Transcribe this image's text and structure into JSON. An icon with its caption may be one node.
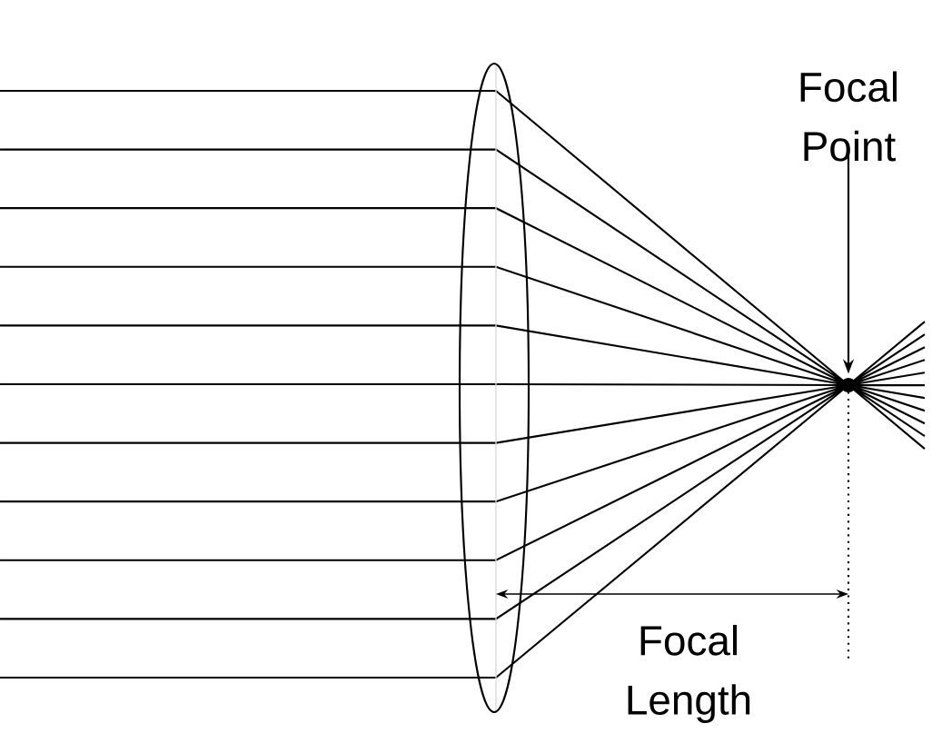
{
  "diagram": {
    "nodes": [
      {
        "text": [
          "Focal Point"
        ]
      },
      {
        "text": [],
        "shape": "circle"
      }
    ],
    "edges": [
      {
        "from": 0,
        "to": 1,
        "arrow": "to"
      }
    ],
    "labels": [
      "Focal Length"
    ]
  }
}
